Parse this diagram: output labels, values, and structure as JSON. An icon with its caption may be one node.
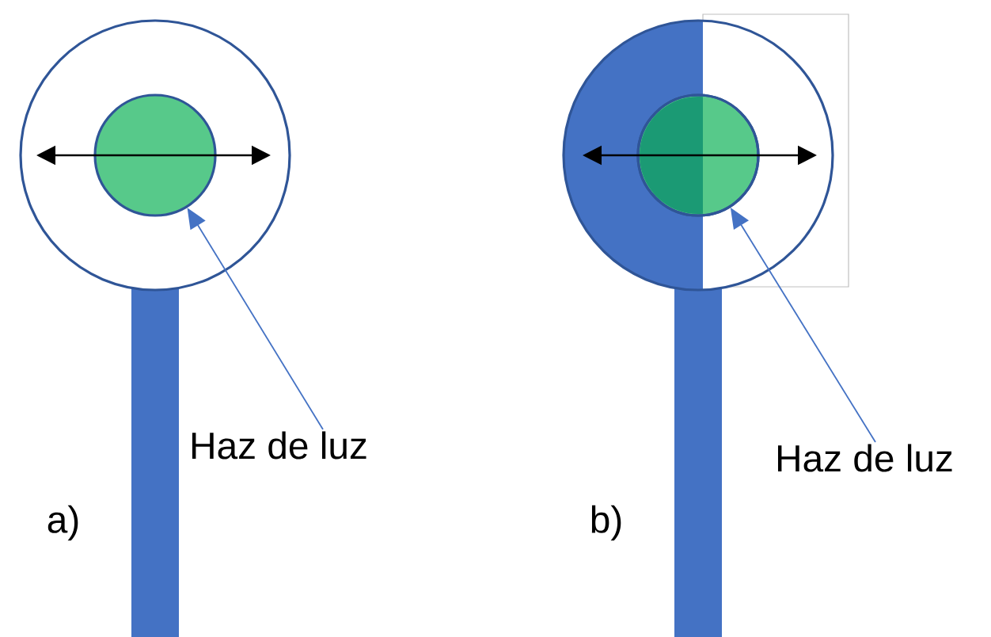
{
  "diagram": {
    "nodes": [
      {
        "text": [
          "Haz de luz"
        ]
      },
      {
        "text": [],
        "shape": "circle"
      },
      {
        "text": [
          "Haz de luz"
        ]
      },
      {
        "text": [],
        "shape": "circle"
      }
    ],
    "edges": [
      {
        "from": 0,
        "to": 1,
        "arrow": "to"
      },
      {
        "from": 2,
        "to": 3,
        "arrow": "to"
      }
    ],
    "labels": [
      "a)",
      "b)"
    ]
  }
}
